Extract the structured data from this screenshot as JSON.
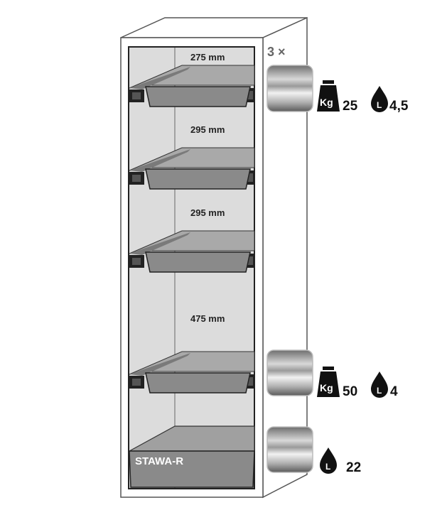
{
  "cabinet": {
    "model_label": "STAWA-R",
    "shelf_spacings": [
      "275 mm",
      "295 mm",
      "295 mm",
      "475 mm"
    ]
  },
  "shelf_specs": [
    {
      "quantity": "3 ×",
      "weight_icon": "Kg",
      "weight": "25",
      "volume_icon": "L",
      "volume": "4,5"
    },
    {
      "weight_icon": "Kg",
      "weight": "50",
      "volume_icon": "L",
      "volume": "4"
    },
    {
      "volume_icon": "L",
      "volume": "22"
    }
  ],
  "colors": {
    "outline": "#333333",
    "interior": "#dcdcdc",
    "tray": "#8a8a8a",
    "tray_top": "#a9a9a9"
  }
}
